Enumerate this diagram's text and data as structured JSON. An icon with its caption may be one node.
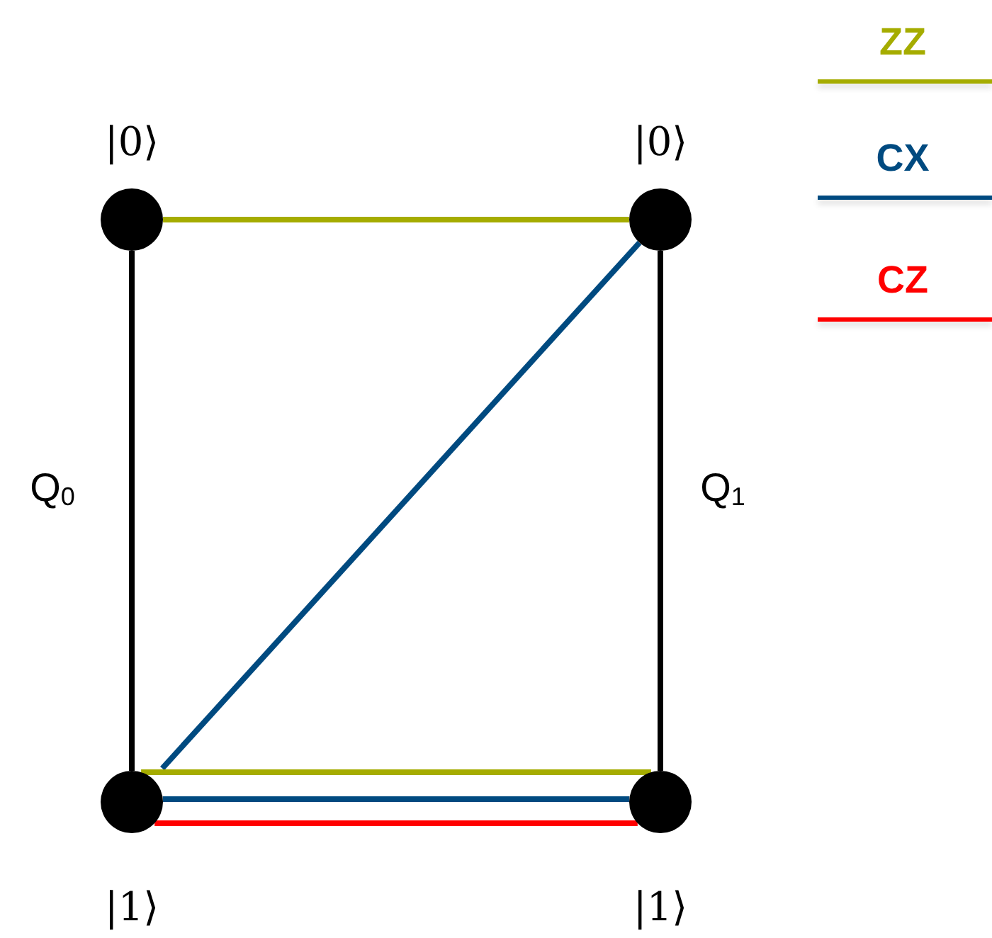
{
  "diagram": {
    "nodes": [
      {
        "text": [],
        "shape": "circle",
        "beside": [
          "|0⟩"
        ]
      },
      {
        "text": [],
        "shape": "circle",
        "beside": [
          "|0⟩"
        ]
      },
      {
        "text": [],
        "shape": "circle",
        "beside": [
          "|1⟩"
        ]
      },
      {
        "text": [],
        "shape": "circle",
        "beside": [
          "|1⟩"
        ]
      }
    ],
    "edges": [
      {
        "from": 0,
        "to": 2,
        "arrow": "none",
        "label": "Q$_{0}$",
        "color": "#000000"
      },
      {
        "from": 1,
        "to": 3,
        "arrow": "none",
        "label": "Q$_{1}$",
        "color": "#000000"
      },
      {
        "from": 0,
        "to": 1,
        "arrow": "none",
        "color": "#a5ac00"
      },
      {
        "from": 2,
        "to": 1,
        "arrow": "none",
        "color": "#004a80"
      },
      {
        "from": 2,
        "to": 3,
        "arrow": "none",
        "color": "#a5ac00"
      },
      {
        "from": 2,
        "to": 3,
        "arrow": "none",
        "color": "#004a80"
      },
      {
        "from": 2,
        "to": 3,
        "arrow": "none",
        "color": "#ff0000"
      }
    ],
    "legend": [
      {
        "text": "ZZ",
        "color": "#a5ac00"
      },
      {
        "text": "CX",
        "color": "#004a80"
      },
      {
        "text": "CZ",
        "color": "#ff0000"
      }
    ]
  }
}
